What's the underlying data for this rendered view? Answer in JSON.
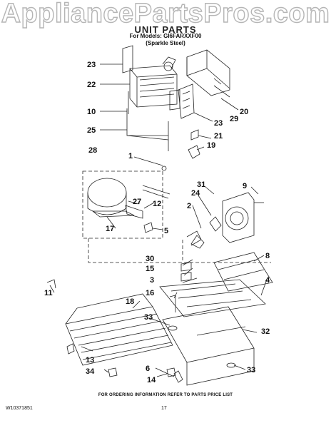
{
  "watermark": "AppliancePartsPros.com",
  "header": {
    "title": "UNIT PARTS",
    "models_line": "For Models: GI6FARXXF00",
    "finish_line": "(Sparkle Steel)"
  },
  "callouts": [
    "23",
    "22",
    "10",
    "25",
    "28",
    "1",
    "27",
    "12",
    "17",
    "5",
    "20",
    "29",
    "23",
    "21",
    "19",
    "31",
    "24",
    "9",
    "2",
    "30",
    "15",
    "3",
    "8",
    "4",
    "11",
    "16",
    "18",
    "33",
    "32",
    "13",
    "34",
    "14",
    "6",
    "33"
  ],
  "footer": {
    "note": "FOR ORDERING INFORMATION REFER TO PARTS PRICE LIST",
    "doc_number": "W10371851",
    "page_number": "17"
  }
}
